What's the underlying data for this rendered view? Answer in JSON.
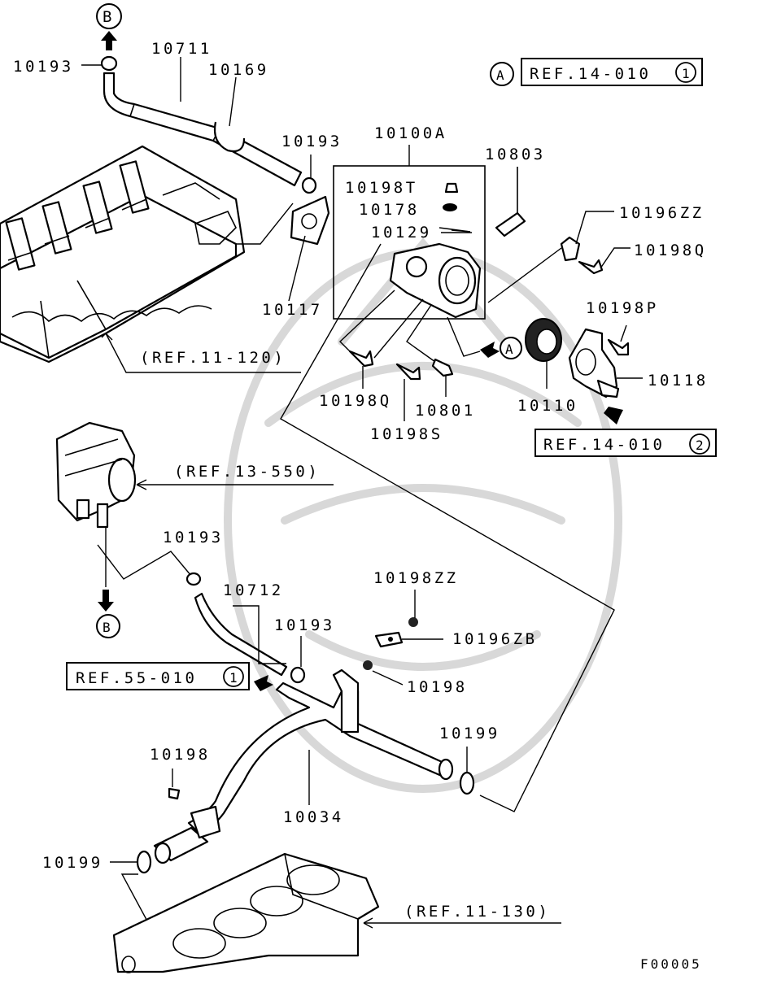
{
  "diagram": {
    "code": "F00005",
    "markers": {
      "a": "A",
      "b": "B"
    },
    "parts": {
      "p10193_top": "10193",
      "p10711": "10711",
      "p10169": "10169",
      "p10193_b": "10193",
      "p10100A": "10100A",
      "p10803": "10803",
      "p10198T": "10198T",
      "p10178": "10178",
      "p10129": "10129",
      "p10196ZZ": "10196ZZ",
      "p10198Q_r": "10198Q",
      "p10117": "10117",
      "p10198P": "10198P",
      "p10118": "10118",
      "p10198Q_b": "10198Q",
      "p10801": "10801",
      "p10110": "10110",
      "p10198S": "10198S",
      "p10193_mid": "10193",
      "p10712": "10712",
      "p10193_low": "10193",
      "p10198ZZ": "10198ZZ",
      "p10196ZB": "10196ZB",
      "p10198": "10198",
      "p10199_r": "10199",
      "p10198_l": "10198",
      "p10034": "10034",
      "p10199_l": "10199"
    },
    "refs": {
      "ref14_010_1": {
        "text": "REF.14-010",
        "circle": "1"
      },
      "ref14_010_2": {
        "text": "REF.14-010",
        "circle": "2"
      },
      "ref55_010_1": {
        "text": "REF.55-010",
        "circle": "1"
      },
      "ref11_120": "(REF.11-120)",
      "ref13_550": "(REF.13-550)",
      "ref11_130": "(REF.11-130)"
    }
  }
}
